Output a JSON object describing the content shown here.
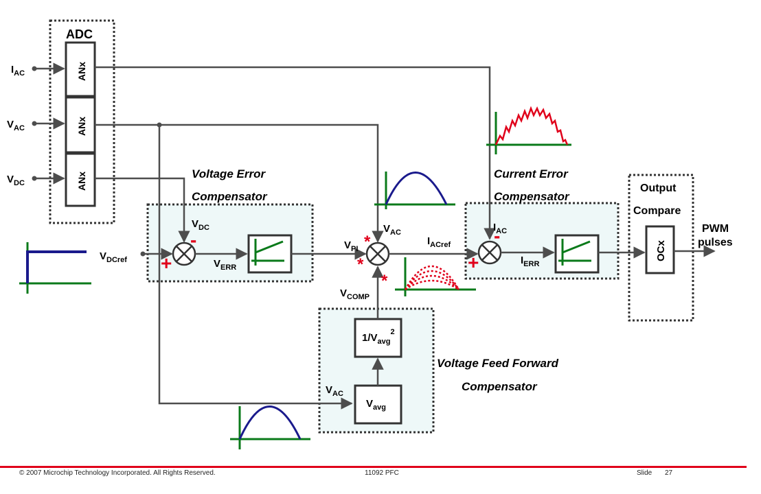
{
  "adc": {
    "title": "ADC",
    "channel_label": "ANx"
  },
  "inputs": {
    "i_ac": {
      "main": "I",
      "sub": "AC"
    },
    "v_ac": {
      "main": "V",
      "sub": "AC"
    },
    "v_dc": {
      "main": "V",
      "sub": "DC"
    }
  },
  "voltage_error": {
    "title_line1": "Voltage Error",
    "title_line2": "Compensator"
  },
  "current_error": {
    "title_line1": "Current Error",
    "title_line2": "Compensator"
  },
  "output_compare": {
    "title_line1": "Output",
    "title_line2": "Compare",
    "block": "OCx"
  },
  "pwm": {
    "line1": "PWM",
    "line2": "pulses"
  },
  "feed_forward": {
    "title_line1": "Voltage Feed Forward",
    "title_line2": "Compensator"
  },
  "signals": {
    "v_dcref": {
      "main": "V",
      "sub": "DCref"
    },
    "v_dc": {
      "main": "V",
      "sub": "DC"
    },
    "v_err": {
      "main": "V",
      "sub": "ERR"
    },
    "v_pi": {
      "main": "V",
      "sub": "PI"
    },
    "v_ac_mult": {
      "main": "V",
      "sub": "AC"
    },
    "i_acref": {
      "main": "I",
      "sub": "ACref"
    },
    "i_ac_fb": {
      "main": "I",
      "sub": "AC"
    },
    "i_err": {
      "main": "I",
      "sub": "ERR"
    },
    "v_comp": {
      "main": "V",
      "sub": "COMP"
    },
    "v_ac_ff": {
      "main": "V",
      "sub": "AC"
    }
  },
  "blocks": {
    "inv_vavg": {
      "prefix": "1/V",
      "sub": "avg",
      "sup": "2"
    },
    "vavg": {
      "main": "V",
      "sub": "avg"
    }
  },
  "symbols": {
    "plus": "+",
    "minus": "-",
    "star": "*"
  },
  "footer": {
    "copyright": "© 2007 Microchip Technology Incorporated. All Rights Reserved.",
    "doc": "11092 PFC",
    "slide_label": "Slide",
    "slide_number": "27"
  },
  "colors": {
    "accent_red": "#e0001a",
    "wave_blue": "#1a1a8c",
    "axis_green": "#0a7a1a",
    "panel_fill": "#eef8f8"
  }
}
